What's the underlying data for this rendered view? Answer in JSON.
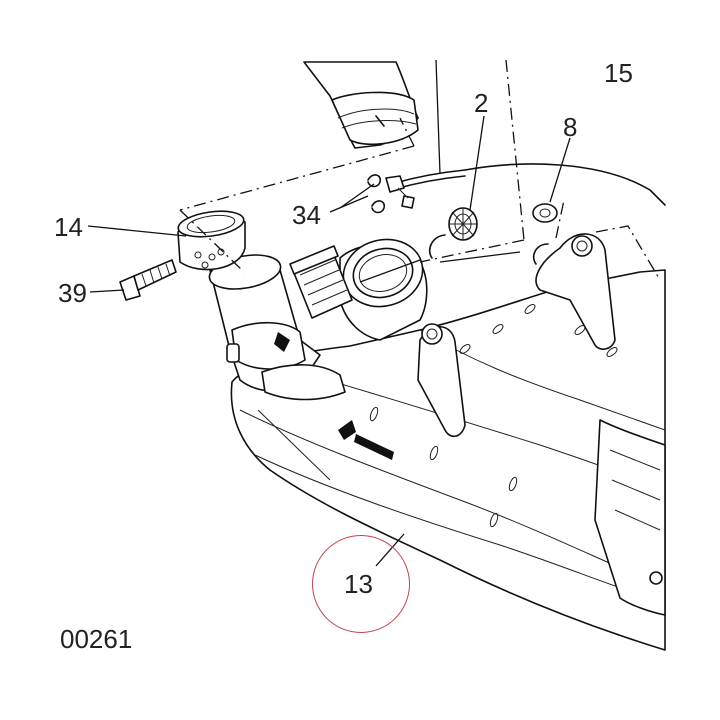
{
  "diagram": {
    "callouts": {
      "c15": "15",
      "c2": "2",
      "c8": "8",
      "c34": "34",
      "c14": "14",
      "c39": "39",
      "c13": "13"
    },
    "drawing_code": "00261",
    "highlight_color": "#c0444c",
    "line_color": "#111111"
  }
}
